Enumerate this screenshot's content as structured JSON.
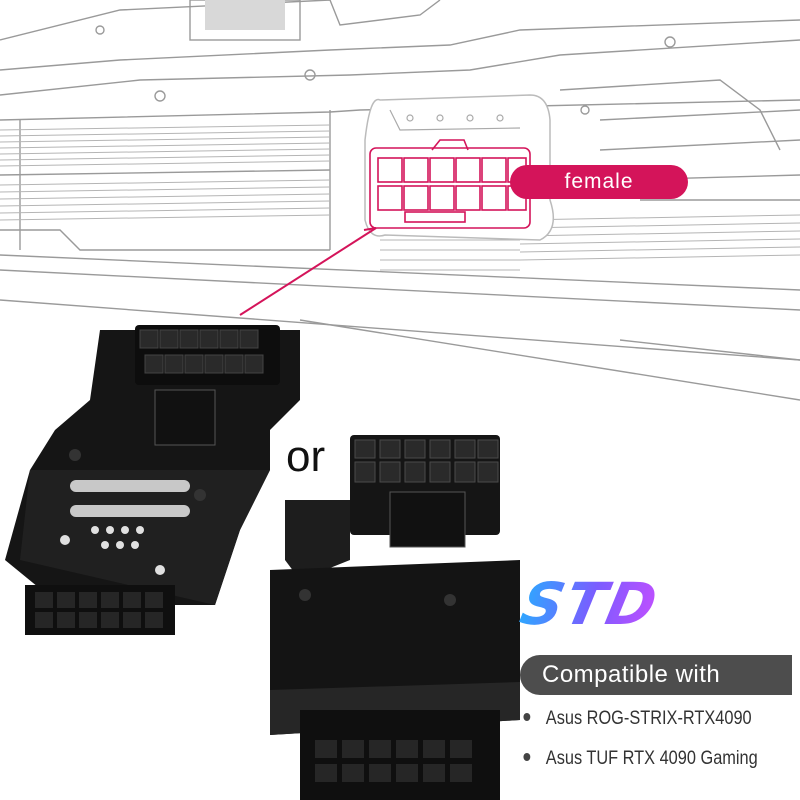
{
  "callout": {
    "label": "female"
  },
  "separator": {
    "label": "or"
  },
  "brand": {
    "logo_text": "STD"
  },
  "compatibility": {
    "heading": "Compatible with",
    "items": [
      {
        "label": "Asus ROG-STRIX-RTX4090"
      },
      {
        "label": "Asus TUF RTX 4090 Gaming"
      }
    ]
  },
  "colors": {
    "accent": "#d4145a",
    "line_art": "#9a9a9a",
    "adapter_body": "#151515",
    "compat_bar": "#4d4d4d"
  }
}
